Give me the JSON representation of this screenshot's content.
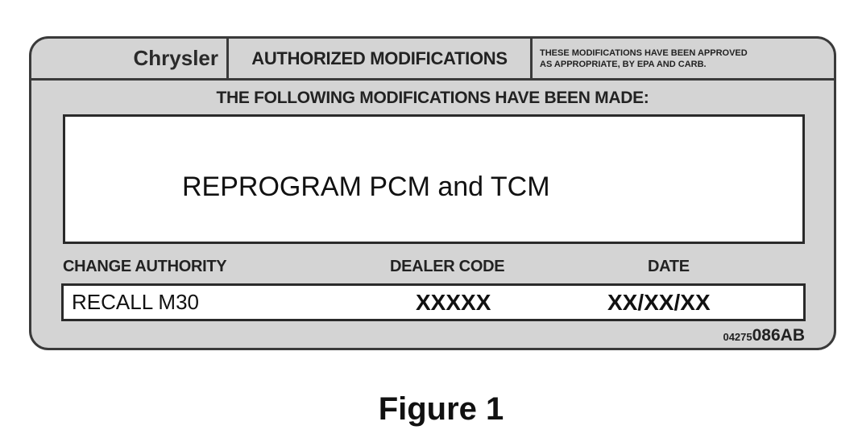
{
  "label": {
    "brand": "Chrysler",
    "title": "AUTHORIZED MODIFICATIONS",
    "approval_note_line1": "THESE MODIFICATIONS HAVE BEEN APPROVED",
    "approval_note_line2": "AS APPROPRIATE, BY EPA AND CARB.",
    "modifications_heading": "THE FOLLOWING MODIFICATIONS HAVE BEEN MADE:",
    "modifications_text": "REPROGRAM PCM and TCM",
    "fields": {
      "change_authority_label": "CHANGE AUTHORITY",
      "dealer_code_label": "DEALER CODE",
      "date_label": "DATE",
      "change_authority_value": "RECALL M30",
      "dealer_code_value": "XXXXX",
      "date_value": "XX/XX/XX"
    },
    "part_number_prefix": "04275",
    "part_number_suffix": "086AB",
    "colors": {
      "card_background": "#d4d4d4",
      "border": "#3a3a3a",
      "box_background": "#ffffff"
    }
  },
  "caption": "Figure 1"
}
